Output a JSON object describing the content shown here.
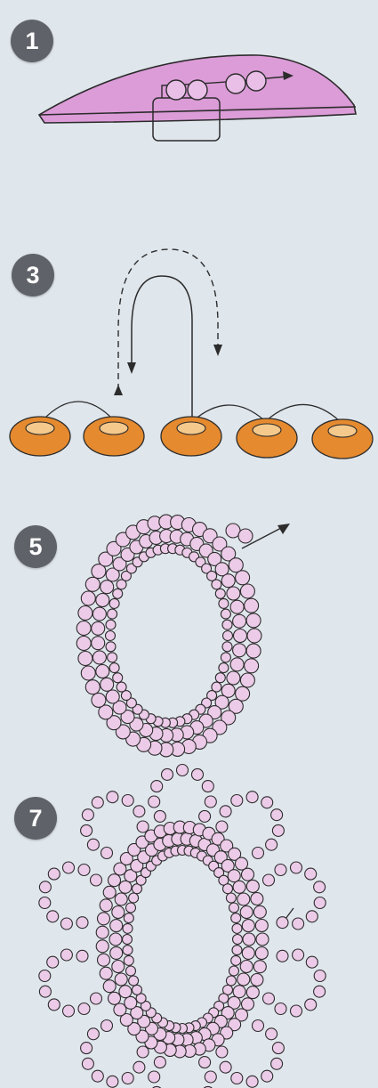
{
  "steps": [
    {
      "number": "1",
      "illustration": "fabric-base-bead-stitch"
    },
    {
      "number": "3",
      "illustration": "rondelle-beads-thread-path"
    },
    {
      "number": "5",
      "illustration": "oval-bead-ring"
    },
    {
      "number": "7",
      "illustration": "oval-ring-with-picot-loops"
    }
  ],
  "colors": {
    "background": "#dfe6ec",
    "badge": "#5f6268",
    "badge_text": "#ffffff",
    "fabric": "#dc9cd8",
    "bead_pink": "#e9bfe8",
    "rondelle": "#e58a2f",
    "rondelle_hole": "#f5c98c",
    "pearl": "#eccbe8",
    "outline": "#2c2c2c"
  }
}
